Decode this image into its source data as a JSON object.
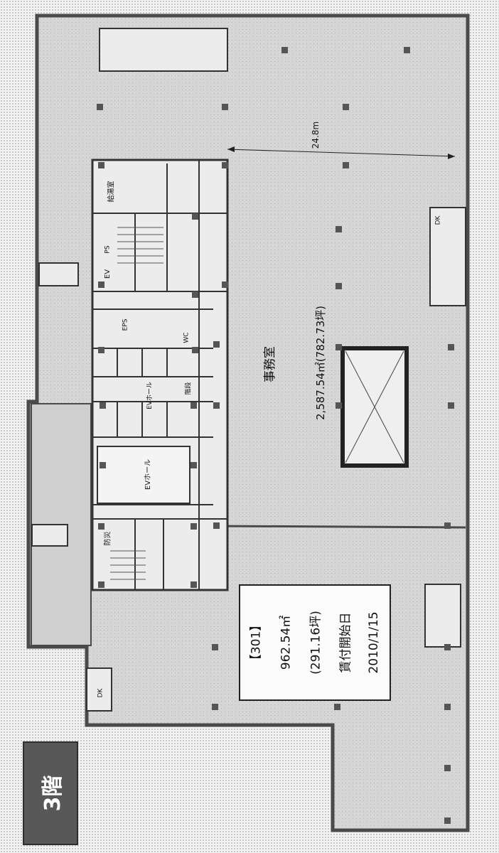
{
  "floor_label": "3階",
  "office": {
    "name": "事務室",
    "area": "2,587.54㎡(782.73坪)",
    "dimension": "24.8m"
  },
  "unit": {
    "id": "【301】",
    "area_sqm": "962.54㎡",
    "area_tsubo": "(291.16坪)",
    "lease_start_label": "賃付開始日",
    "lease_start_date": "2010/1/15"
  },
  "room_labels": {
    "ps": "PS",
    "eps": "EPS",
    "ev_hall": "EVホール",
    "ev": "EV",
    "kyutoshitsu": "給湯室",
    "wc": "WC",
    "bosai": "防災",
    "kaidan": "階段",
    "dk": "DK"
  },
  "colors": {
    "floor_fill": "#d6d6d6",
    "wall": "#4a4a4a",
    "badge": "#585858",
    "background": "#f2f2f2"
  }
}
